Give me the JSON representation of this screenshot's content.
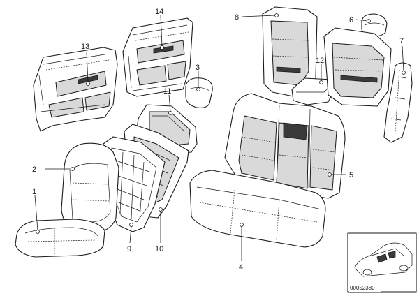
{
  "callouts": [
    {
      "id": "1",
      "label": "1"
    },
    {
      "id": "2",
      "label": "2"
    },
    {
      "id": "3",
      "label": "3"
    },
    {
      "id": "4",
      "label": "4"
    },
    {
      "id": "5",
      "label": "5"
    },
    {
      "id": "6",
      "label": "6"
    },
    {
      "id": "7",
      "label": "7"
    },
    {
      "id": "8",
      "label": "8"
    },
    {
      "id": "9",
      "label": "9"
    },
    {
      "id": "10",
      "label": "10"
    },
    {
      "id": "11",
      "label": "11"
    },
    {
      "id": "12",
      "label": "12"
    },
    {
      "id": "13",
      "label": "13"
    },
    {
      "id": "14",
      "label": "14"
    }
  ],
  "reference_number": "00052380",
  "colors": {
    "line": "#1a1a1a",
    "shade": "#d9d9d9",
    "dark": "#3a3a3a",
    "background": "#ffffff"
  }
}
